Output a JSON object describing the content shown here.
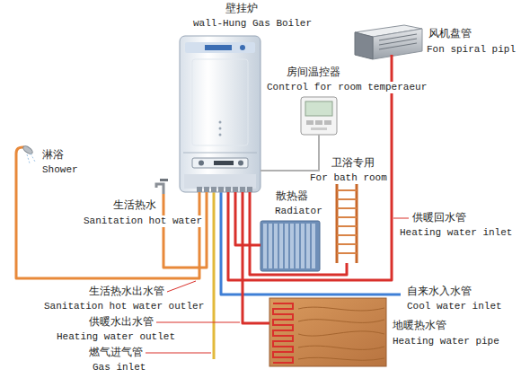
{
  "diagram": {
    "nodes": [
      {
        "text": [
          "壁挂炉",
          "wall-Hung Gas Boiler"
        ]
      },
      {
        "text": [
          "风机盘管",
          "Fon spiral pipl"
        ]
      },
      {
        "text": [
          "房间温控器",
          "Control for room temperaeur"
        ]
      },
      {
        "text": [
          "淋浴",
          "Shower"
        ]
      },
      {
        "text": [
          "生活热水",
          "Sanitation hot water"
        ]
      },
      {
        "text": [
          "散热器",
          "Radiator"
        ]
      },
      {
        "text": [
          "卫浴专用",
          "For bath room"
        ]
      },
      {
        "text": [
          "地暖热水管",
          "Heating water pipe"
        ]
      }
    ],
    "edges": [
      {
        "from": 0,
        "to": 1,
        "arrow": "none"
      },
      {
        "from": 0,
        "to": 2,
        "arrow": "none"
      },
      {
        "from": 0,
        "to": 3,
        "arrow": "none"
      },
      {
        "from": 0,
        "to": 4,
        "arrow": "none"
      },
      {
        "from": 0,
        "to": 5,
        "arrow": "none"
      },
      {
        "from": 0,
        "to": 6,
        "arrow": "none"
      },
      {
        "from": 0,
        "to": 7,
        "arrow": "none"
      }
    ],
    "labels": [
      "供暖回水管",
      "Heating water inlet",
      "生活热水出水管",
      "Sanitation hot water outler",
      "自来水入水管",
      "Cool water inlet",
      "供暖水出水管",
      "Heating water outlet",
      "燃气进气管",
      "Gas inlet"
    ]
  }
}
